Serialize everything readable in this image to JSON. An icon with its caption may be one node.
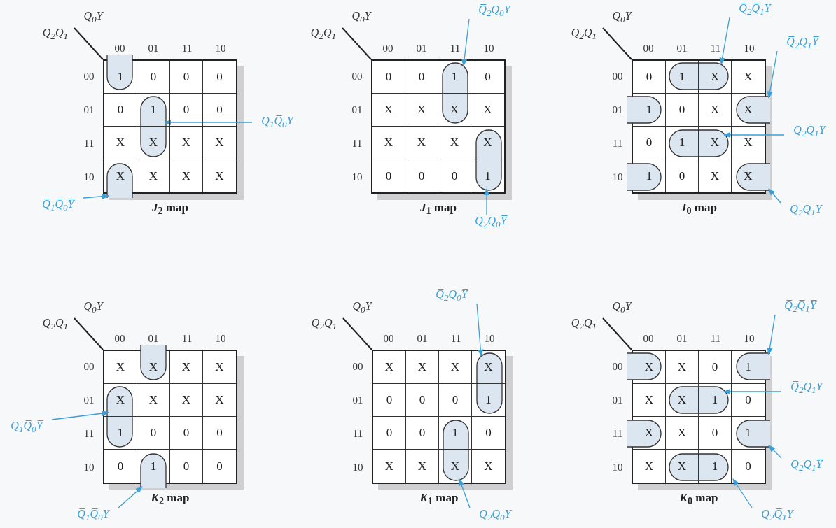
{
  "diagram": {
    "nodes": [
      {
        "text": [
          "*J*$_{2}$ map"
        ]
      },
      {
        "text": [],
        "shape": "loop",
        "in": 0
      },
      {
        "text": [],
        "shape": "loop",
        "in": 0
      },
      {
        "text": [],
        "shape": "loop",
        "in": 0
      },
      {
        "text": [
          "Q$_{1}$Q̅$_{0}$Y"
        ]
      },
      {
        "text": [
          "Q̅$_{1}$Q̅$_{0}$Y̅"
        ]
      },
      {
        "text": [
          "*J*$_{1}$ map"
        ]
      },
      {
        "text": [],
        "shape": "loop",
        "in": 6
      },
      {
        "text": [],
        "shape": "loop",
        "in": 6
      },
      {
        "text": [
          "Q̅$_{2}$Q$_{0}$Y"
        ]
      },
      {
        "text": [
          "Q$_{2}$Q$_{0}$Y̅"
        ]
      },
      {
        "text": [
          "*J*$_{0}$ map"
        ]
      },
      {
        "text": [],
        "shape": "loop",
        "in": 11
      },
      {
        "text": [],
        "shape": "loop",
        "in": 11
      },
      {
        "text": [],
        "shape": "loop",
        "in": 11
      },
      {
        "text": [],
        "shape": "loop",
        "in": 11
      },
      {
        "text": [],
        "shape": "loop",
        "in": 11
      },
      {
        "text": [],
        "shape": "loop",
        "in": 11
      },
      {
        "text": [
          "Q̅$_{2}$Q̅$_{1}$Y"
        ]
      },
      {
        "text": [
          "Q̅$_{2}$Q$_{1}$Y̅"
        ]
      },
      {
        "text": [
          "Q$_{2}$Q$_{1}$Y"
        ]
      },
      {
        "text": [
          "Q$_{2}$Q̅$_{1}$Y̅"
        ]
      },
      {
        "text": [
          "*K*$_{2}$ map"
        ]
      },
      {
        "text": [],
        "shape": "loop",
        "in": 22
      },
      {
        "text": [],
        "shape": "loop",
        "in": 22
      },
      {
        "text": [],
        "shape": "loop",
        "in": 22
      },
      {
        "text": [
          "Q$_{1}$Q̅$_{0}$Y̅"
        ]
      },
      {
        "text": [
          "Q̅$_{1}$Q̅$_{0}$Y"
        ]
      },
      {
        "text": [
          "*K*$_{1}$ map"
        ]
      },
      {
        "text": [],
        "shape": "loop",
        "in": 28
      },
      {
        "text": [],
        "shape": "loop",
        "in": 28
      },
      {
        "text": [
          "Q̅$_{2}$Q$_{0}$Y̅"
        ]
      },
      {
        "text": [
          "Q$_{2}$Q$_{0}$Y"
        ]
      },
      {
        "text": [
          "*K*$_{0}$ map"
        ]
      },
      {
        "text": [],
        "shape": "loop",
        "in": 33
      },
      {
        "text": [],
        "shape": "loop",
        "in": 33
      },
      {
        "text": [],
        "shape": "loop",
        "in": 33
      },
      {
        "text": [],
        "shape": "loop",
        "in": 33
      },
      {
        "text": [],
        "shape": "loop",
        "in": 33
      },
      {
        "text": [],
        "shape": "loop",
        "in": 33
      },
      {
        "text": [
          "Q̅$_{2}$Q̅$_{1}$Y̅"
        ]
      },
      {
        "text": [
          "Q̅$_{2}$Q$_{1}$Y"
        ]
      },
      {
        "text": [
          "Q$_{2}$Q$_{1}$Y̅"
        ]
      },
      {
        "text": [
          "Q$_{2}$Q̅$_{1}$Y"
        ]
      }
    ],
    "edges": [
      {
        "from": 4,
        "to": 3,
        "arrow": "to"
      },
      {
        "from": 5,
        "to": 2,
        "arrow": "to"
      },
      {
        "from": 9,
        "to": 7,
        "arrow": "to"
      },
      {
        "from": 10,
        "to": 8,
        "arrow": "to"
      },
      {
        "from": 18,
        "to": 12,
        "arrow": "to"
      },
      {
        "from": 19,
        "to": 14,
        "arrow": "to"
      },
      {
        "from": 20,
        "to": 15,
        "arrow": "to"
      },
      {
        "from": 21,
        "to": 17,
        "arrow": "to"
      },
      {
        "from": 26,
        "to": 24,
        "arrow": "to"
      },
      {
        "from": 27,
        "to": 25,
        "arrow": "to"
      },
      {
        "from": 31,
        "to": 29,
        "arrow": "to"
      },
      {
        "from": 32,
        "to": 30,
        "arrow": "to"
      },
      {
        "from": 40,
        "to": 35,
        "arrow": "to"
      },
      {
        "from": 41,
        "to": 36,
        "arrow": "to"
      },
      {
        "from": 42,
        "to": 38,
        "arrow": "to"
      },
      {
        "from": 43,
        "to": 39,
        "arrow": "to"
      }
    ],
    "labels": [
      "Q$_{0}$Y",
      "Q$_{2}$Q$_{1}$",
      "00",
      "01",
      "11",
      "10",
      "00",
      "1",
      "0",
      "0",
      "0",
      "01",
      "0",
      "1",
      "0",
      "0",
      "11",
      "X",
      "X",
      "X",
      "X",
      "10",
      "X",
      "X",
      "X",
      "X",
      "Q$_{0}$Y",
      "Q$_{2}$Q$_{1}$",
      "00",
      "01",
      "11",
      "10",
      "00",
      "0",
      "0",
      "1",
      "0",
      "01",
      "X",
      "X",
      "X",
      "X",
      "11",
      "X",
      "X",
      "X",
      "X",
      "10",
      "0",
      "0",
      "0",
      "1",
      "Q$_{0}$Y",
      "Q$_{2}$Q$_{1}$",
      "00",
      "01",
      "11",
      "10",
      "00",
      "0",
      "1",
      "X",
      "X",
      "01",
      "1",
      "0",
      "X",
      "X",
      "11",
      "0",
      "1",
      "X",
      "X",
      "10",
      "1",
      "0",
      "X",
      "X",
      "Q$_{0}$Y",
      "Q$_{2}$Q$_{1}$",
      "00",
      "01",
      "11",
      "10",
      "00",
      "X",
      "X",
      "X",
      "X",
      "01",
      "X",
      "X",
      "X",
      "X",
      "11",
      "1",
      "0",
      "0",
      "0",
      "10",
      "0",
      "1",
      "0",
      "0",
      "Q$_{0}$Y",
      "Q$_{2}$Q$_{1}$",
      "00",
      "01",
      "11",
      "10",
      "00",
      "X",
      "X",
      "X",
      "X",
      "01",
      "0",
      "0",
      "0",
      "1",
      "11",
      "0",
      "0",
      "1",
      "0",
      "10",
      "X",
      "X",
      "X",
      "X",
      "Q$_{0}$Y",
      "Q$_{2}$Q$_{1}$",
      "00",
      "01",
      "11",
      "10",
      "00",
      "X",
      "X",
      "0",
      "1",
      "01",
      "X",
      "X",
      "1",
      "0",
      "11",
      "X",
      "X",
      "0",
      "1",
      "10",
      "X",
      "X",
      "1",
      "0"
    ]
  }
}
